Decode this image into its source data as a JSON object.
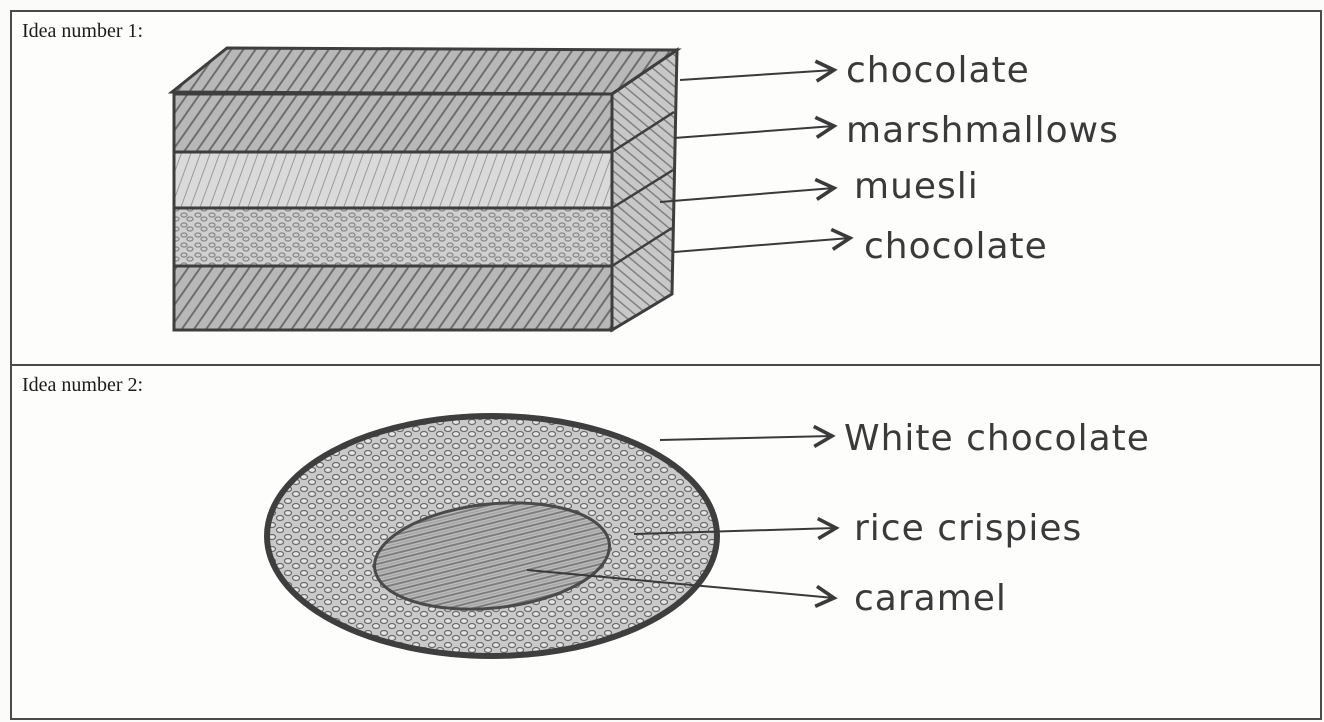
{
  "ideas": [
    {
      "title": "Idea number 1:",
      "labels": [
        "chocolate",
        "marshmallows",
        "muesli",
        "chocolate"
      ]
    },
    {
      "title": "Idea number 2:",
      "labels": [
        "White chocolate",
        "rice crispies",
        "caramel"
      ]
    }
  ],
  "colors": {
    "ink": "#3a3a3a",
    "shading": "#7a7a7a",
    "border": "#4a4a4a"
  }
}
